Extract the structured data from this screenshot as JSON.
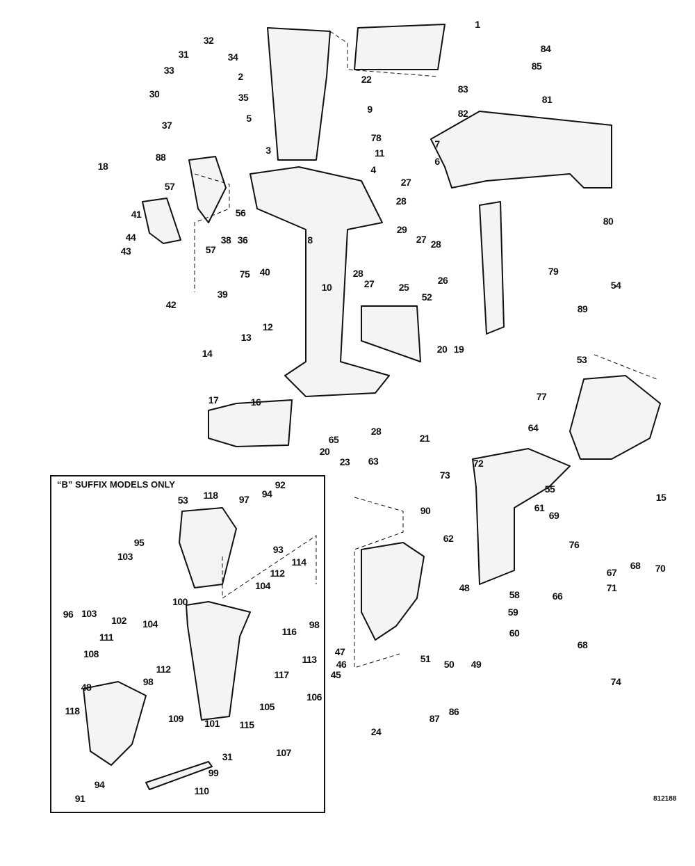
{
  "main_callouts": [
    "1",
    "32",
    "34",
    "84",
    "2",
    "22",
    "31",
    "33",
    "35",
    "85",
    "83",
    "81",
    "30",
    "9",
    "82",
    "5",
    "37",
    "78",
    "7",
    "11",
    "6",
    "4",
    "88",
    "3",
    "18",
    "27",
    "57",
    "28",
    "80",
    "41",
    "56",
    "8",
    "29",
    "27",
    "28",
    "44",
    "38",
    "36",
    "43",
    "57",
    "28",
    "79",
    "27",
    "40",
    "75",
    "26",
    "54",
    "10",
    "25",
    "52",
    "39",
    "42",
    "89",
    "12",
    "13",
    "14",
    "20",
    "19",
    "53",
    "17",
    "16",
    "77",
    "28",
    "64",
    "65",
    "21",
    "20",
    "23",
    "63",
    "72",
    "73",
    "55",
    "15",
    "61",
    "69",
    "90",
    "76",
    "62",
    "67",
    "68",
    "70",
    "66",
    "58",
    "71",
    "48",
    "59",
    "60",
    "49",
    "68",
    "51",
    "50",
    "47",
    "46",
    "45",
    "86",
    "87",
    "74",
    "24"
  ],
  "inset": {
    "title": "“B” SUFFIX MODELS ONLY",
    "callouts": [
      "53",
      "118",
      "97",
      "92",
      "94",
      "93",
      "95",
      "103",
      "114",
      "112",
      "104",
      "100",
      "98",
      "96",
      "103",
      "102",
      "104",
      "111",
      "108",
      "116",
      "113",
      "117",
      "112",
      "98",
      "106",
      "48",
      "105",
      "118",
      "109",
      "101",
      "115",
      "31",
      "107",
      "99",
      "94",
      "110",
      "91"
    ]
  },
  "drawing_number": "812188",
  "colors": {
    "ink": "#111111",
    "part_fill": "#f4f4f4"
  }
}
